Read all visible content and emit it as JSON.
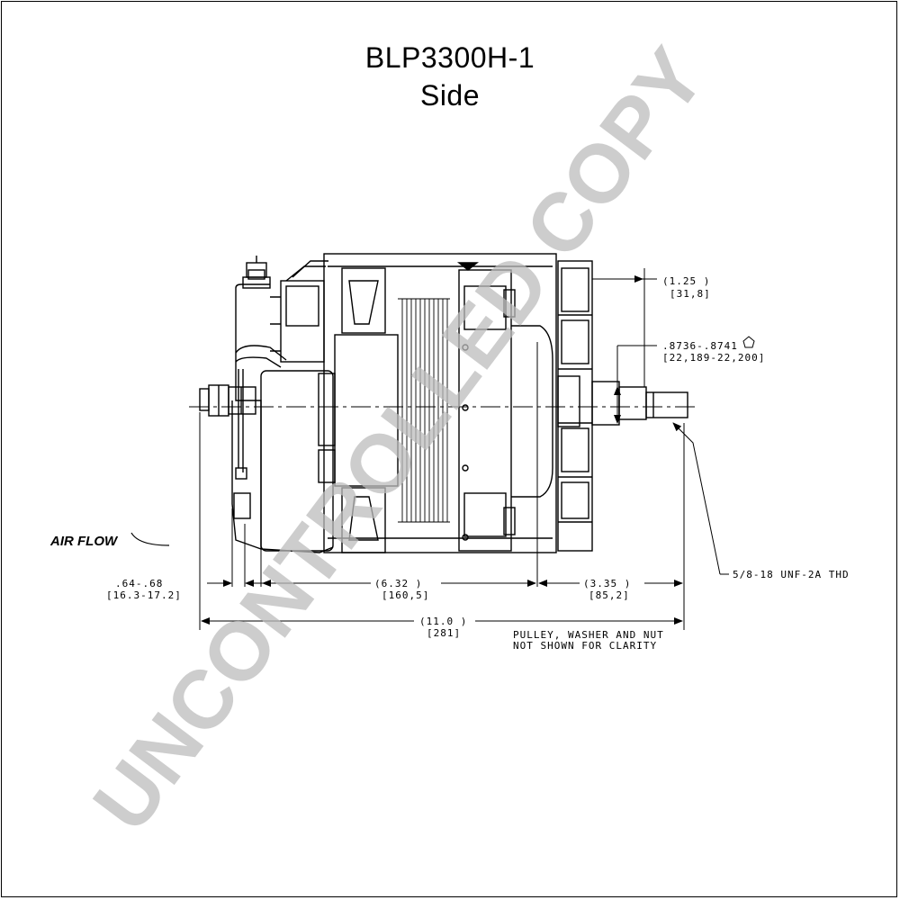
{
  "title": "BLP3300H-1",
  "subtitle": "Side",
  "watermark": "UNCONTROLLED COPY",
  "air_flow_label": "AIR FLOW",
  "dimensions": {
    "flange_thickness": "(1.25  )",
    "flange_thickness_mm": "[31,8]",
    "shaft_dia": ".8736-.8741",
    "shaft_dia_mm": "[22,189-22,200]",
    "thread": "5/8-18 UNF-2A THD",
    "rear_offset": ".64-.68",
    "rear_offset_mm": "[16.3-17.2]",
    "body_length": "(6.32  )",
    "body_length_mm": "[160,5]",
    "shaft_length": "(3.35  )",
    "shaft_length_mm": "[85,2]",
    "overall_length": "(11.0 )",
    "overall_length_mm": "[281]"
  },
  "note_line1": "PULLEY, WASHER AND NUT",
  "note_line2": "NOT SHOWN FOR CLARITY",
  "colors": {
    "line": "#000000",
    "watermark": "#bdbdbd",
    "background": "#ffffff"
  }
}
